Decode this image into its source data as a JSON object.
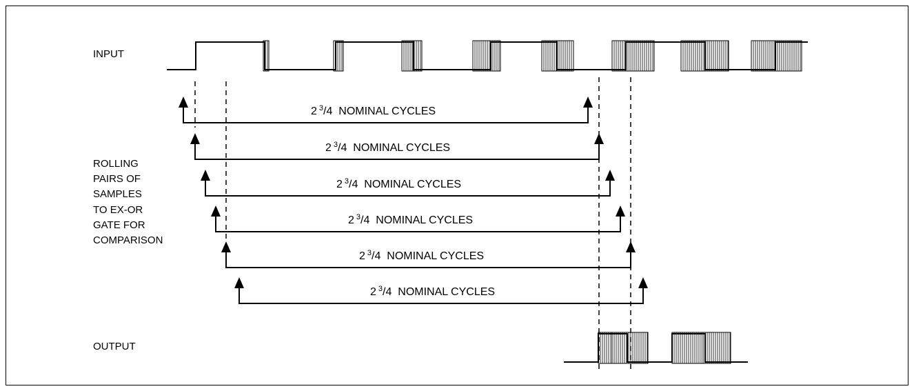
{
  "labels": {
    "input": "INPUT",
    "output": "OUTPUT",
    "rolling": [
      "ROLLING",
      "PAIRS OF",
      "SAMPLES",
      "TO EX-OR",
      "GATE FOR",
      "COMPARISON"
    ]
  },
  "arrows": [
    {
      "whole": "2",
      "numerator": "3",
      "denominator": "4",
      "text": "NOMINAL CYCLES"
    },
    {
      "whole": "2",
      "numerator": "3",
      "denominator": "4",
      "text": "NOMINAL CYCLES"
    },
    {
      "whole": "2",
      "numerator": "3",
      "denominator": "4",
      "text": "NOMINAL CYCLES"
    },
    {
      "whole": "2",
      "numerator": "3",
      "denominator": "4",
      "text": "NOMINAL CYCLES"
    },
    {
      "whole": "2",
      "numerator": "3",
      "denominator": "4",
      "text": "NOMINAL CYCLES"
    },
    {
      "whole": "2",
      "numerator": "3",
      "denominator": "4",
      "text": "NOMINAL CYCLES"
    }
  ]
}
